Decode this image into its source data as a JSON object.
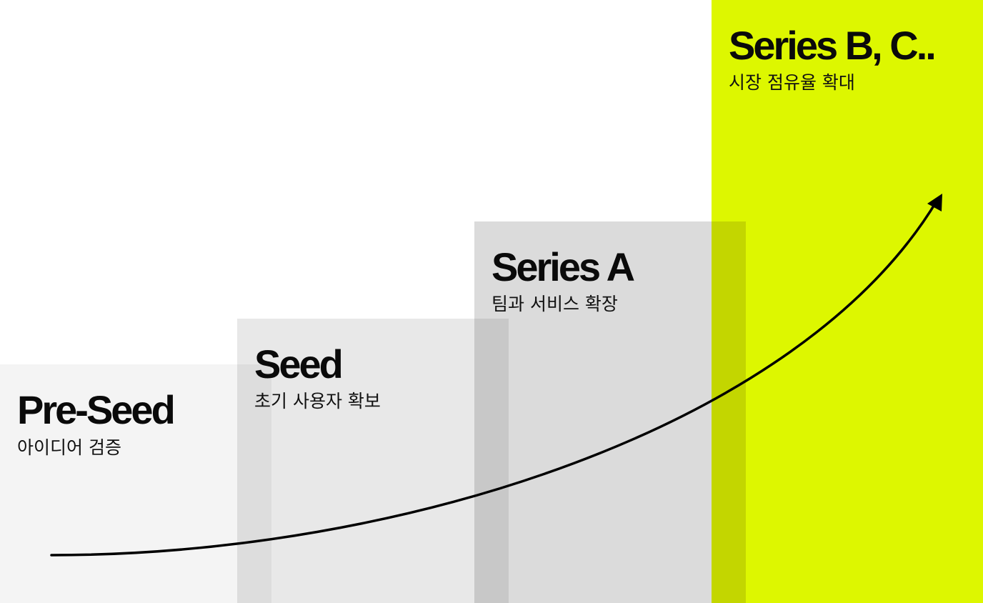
{
  "stages": [
    {
      "title": "Pre-Seed",
      "subtitle": "아이디어 검증"
    },
    {
      "title": "Seed",
      "subtitle": "초기 사용자 확보"
    },
    {
      "title": "Series A",
      "subtitle": "팀과 서비스 확장"
    },
    {
      "title": "Series B, C..",
      "subtitle": "시장 점유율 확대"
    }
  ],
  "colors": {
    "pre_seed_bg": "#f4f4f4",
    "seed_bg": "#e8e8e8",
    "series_a_bg": "#dbdbdb",
    "series_bc_bg": "#ddf700",
    "growth_curve": "#000000"
  }
}
